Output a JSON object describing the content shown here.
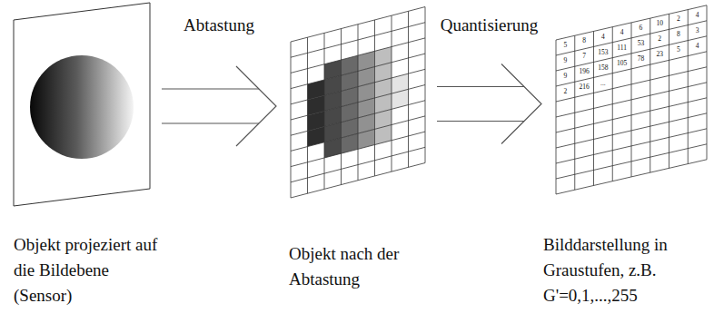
{
  "diagram": {
    "nodes": [
      {
        "text": [
          "Objekt projeziert auf die Bildebene (Sensor)"
        ]
      },
      {
        "text": [
          "Objekt nach der Abtastung"
        ]
      },
      {
        "text": [
          "Bilddarstellung in Graustufen, z.B. G'=0,1,...,255"
        ]
      }
    ],
    "edges": [
      {
        "from": 0,
        "to": 1,
        "arrow": "to",
        "label": "Abtastung"
      },
      {
        "from": 1,
        "to": 2,
        "arrow": "to",
        "label": "Quantisierung"
      }
    ],
    "labels": [
      "5",
      "8",
      "4",
      "4",
      "6",
      "10",
      "2",
      "4",
      "9",
      "7",
      "153",
      "111",
      "53",
      "2",
      "8",
      "3",
      "9",
      "196",
      "158",
      "105",
      "78",
      "23",
      "5",
      "4",
      "2",
      "216",
      "..."
    ]
  }
}
